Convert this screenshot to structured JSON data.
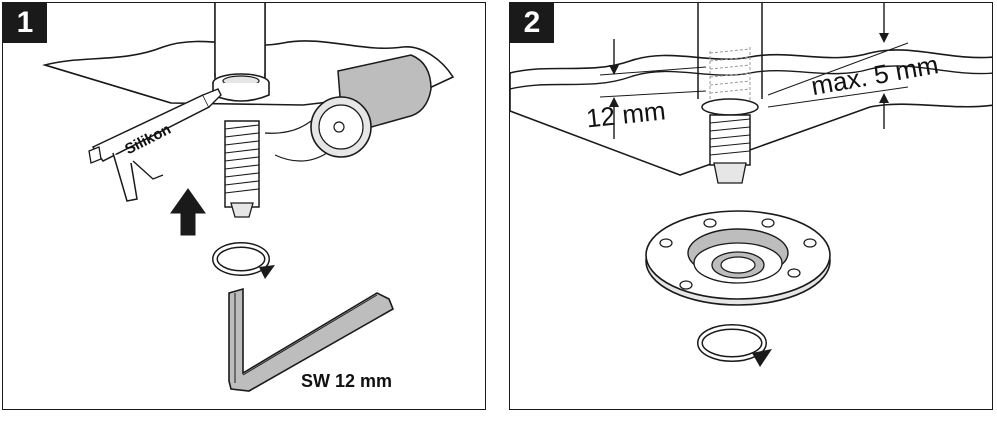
{
  "panel1": {
    "step": "1",
    "silicone_label": "Silikon",
    "wrench_label": "SW 12 mm"
  },
  "panel2": {
    "step": "2",
    "depth_label": "12 mm",
    "gap_label": "max. 5 mm"
  },
  "colors": {
    "line": "#1a1a1a",
    "shade": "#bdbdbd",
    "light": "#e6e6e6"
  }
}
